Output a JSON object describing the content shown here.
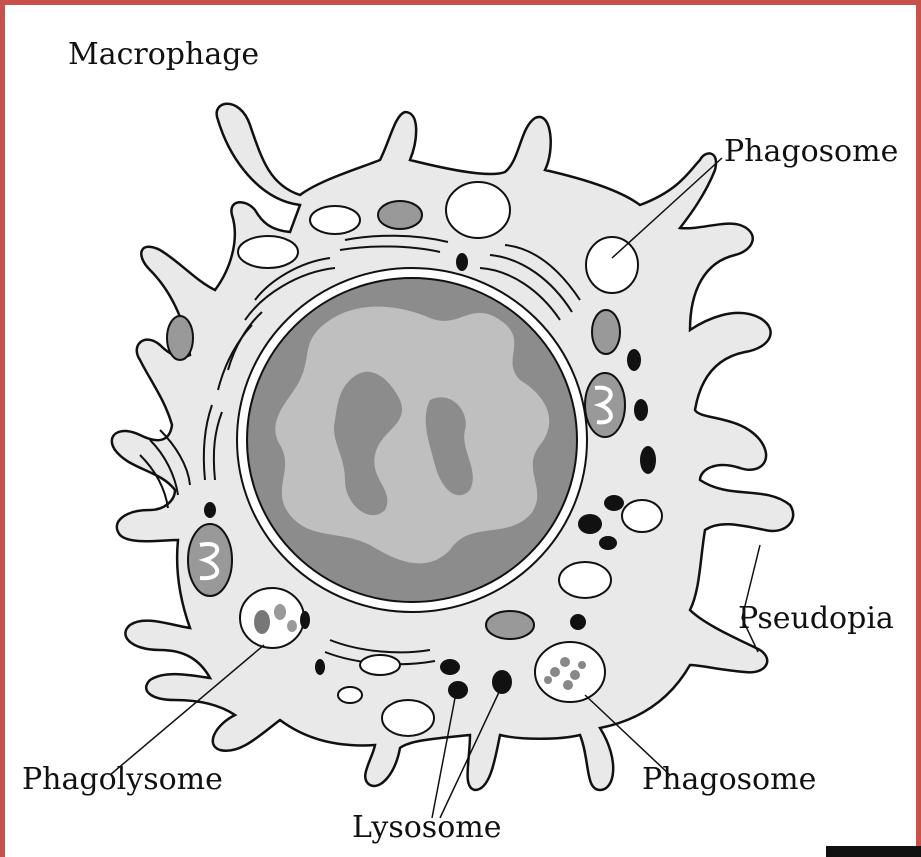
{
  "title": "Macrophage",
  "labels": {
    "phagosome_top": "Phagosome",
    "pseudopia": "Pseudopia",
    "phagolysome": "Phagolysome",
    "phagosome_bottom": "Phagosome",
    "lysosome": "Lysosome"
  },
  "colors": {
    "frame": "#c9514c",
    "cytoplasm": "#e9e9e9",
    "nucleus_dark": "#8c8c8c",
    "nucleus_light": "#bfbfbf",
    "organelle": "#999999",
    "outline": "#111111"
  }
}
